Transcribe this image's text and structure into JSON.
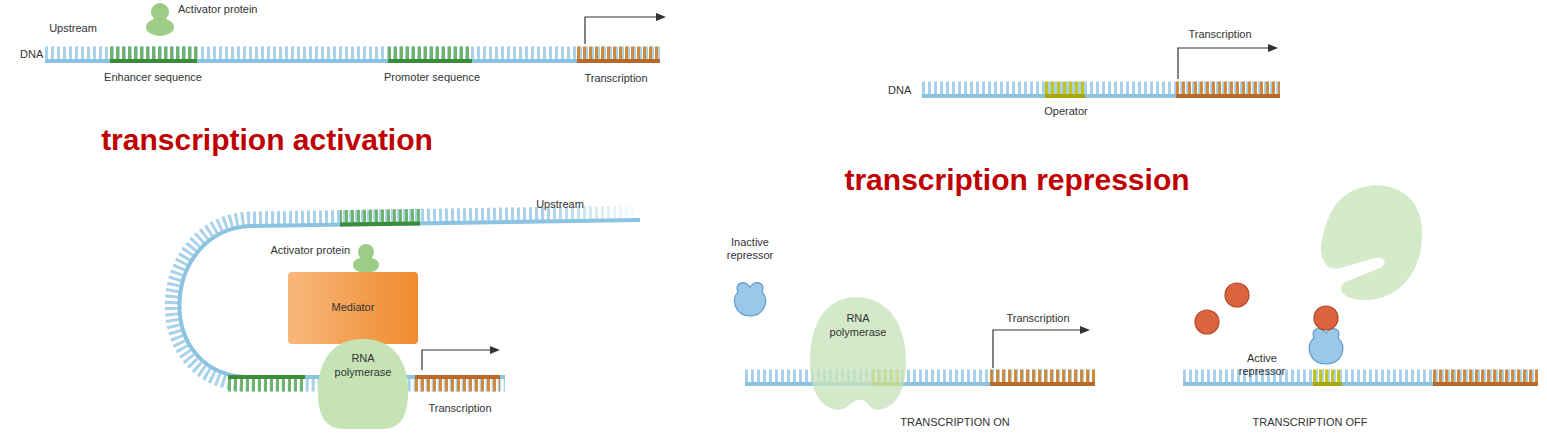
{
  "diagram": {
    "nodes": [
      {
        "text": [
          "Mediator"
        ]
      },
      {
        "text": [
          "RNA polymerase"
        ]
      },
      {
        "text": [
          "RNA polymerase"
        ]
      }
    ],
    "labels": [
      "Upstream",
      "Activator protein",
      "DNA",
      "Enhancer sequence",
      "Promoter sequence",
      "Transcription",
      "transcription activation",
      "Upstream",
      "Activator protein",
      "Transcription",
      "Transcription",
      "DNA",
      "Operator",
      "transcription repression",
      "Inactive repressor",
      "Transcription",
      "TRANSCRIPTION ON",
      "Active repressor",
      "TRANSCRIPTION OFF"
    ]
  }
}
